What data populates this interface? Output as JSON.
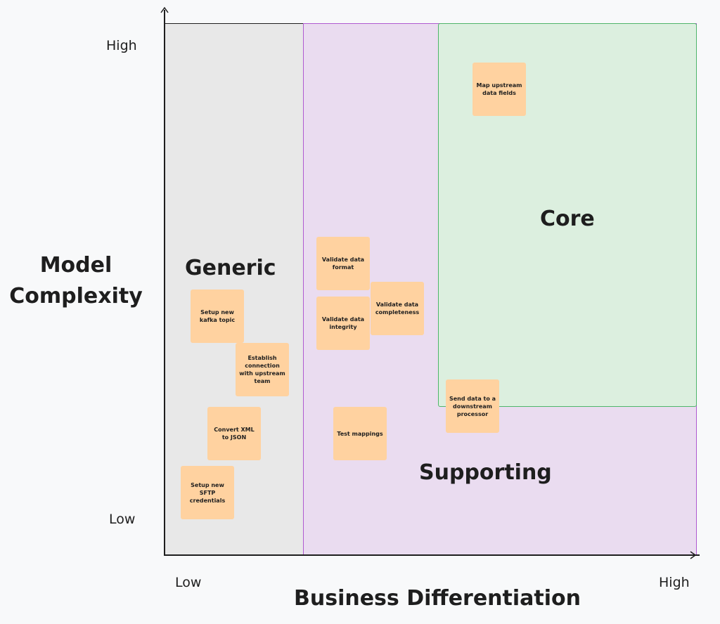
{
  "y_axis": {
    "title": "Model\nComplexity",
    "high": "High",
    "low": "Low"
  },
  "x_axis": {
    "title": "Business Differentiation",
    "low": "Low",
    "high": "High"
  },
  "regions": {
    "generic": "Generic",
    "supporting": "Supporting",
    "core": "Core"
  },
  "stickies": {
    "setup_kafka": "Setup new kafka topic",
    "establish_connection": "Establish connection with upstream team",
    "convert_xml": "Convert XML to JSON",
    "setup_sftp": "Setup new SFTP credentials",
    "validate_format": "Validate data format",
    "validate_integrity": "Validate data integrity",
    "validate_completeness": "Validate data completeness",
    "test_mappings": "Test mappings",
    "send_data": "Send data to a downstream processor",
    "map_fields": "Map upstream data fields"
  },
  "colors": {
    "generic_fill": "#e8e8e8",
    "supporting_fill": "#eadcf0",
    "supporting_border": "#b05ad0",
    "core_fill": "#dcefdf",
    "core_border": "#4fb56a",
    "sticky_fill": "#ffd2a0"
  }
}
